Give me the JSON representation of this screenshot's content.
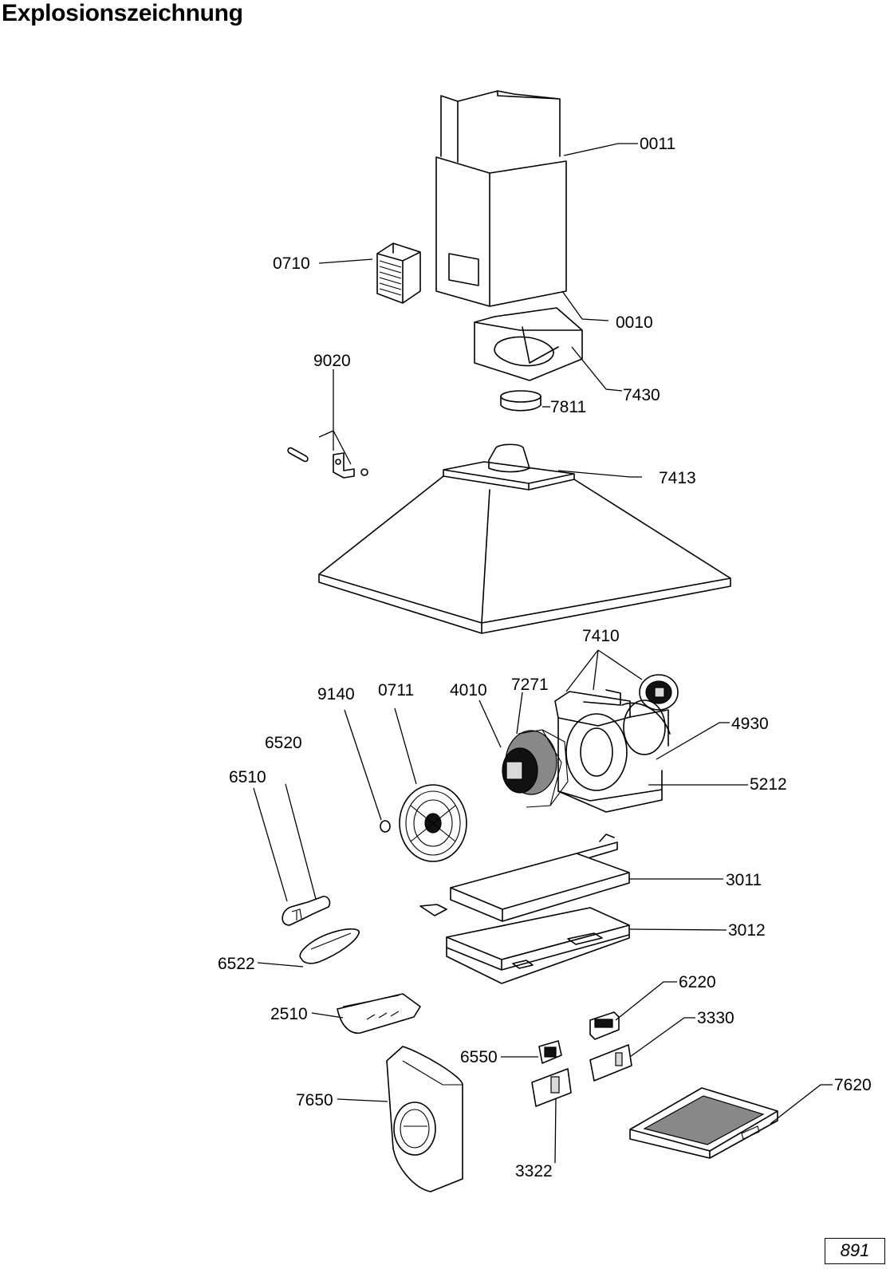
{
  "title": "Explosionszeichnung",
  "page_number": "891",
  "parts": [
    {
      "id": "0011"
    },
    {
      "id": "0710"
    },
    {
      "id": "0010"
    },
    {
      "id": "9020"
    },
    {
      "id": "7430"
    },
    {
      "id": "7811"
    },
    {
      "id": "7413"
    },
    {
      "id": "7410"
    },
    {
      "id": "9140"
    },
    {
      "id": "0711"
    },
    {
      "id": "4010"
    },
    {
      "id": "7271"
    },
    {
      "id": "4930"
    },
    {
      "id": "6520"
    },
    {
      "id": "6510"
    },
    {
      "id": "5212"
    },
    {
      "id": "3011"
    },
    {
      "id": "3012"
    },
    {
      "id": "6522"
    },
    {
      "id": "6220"
    },
    {
      "id": "2510"
    },
    {
      "id": "3330"
    },
    {
      "id": "6550"
    },
    {
      "id": "7620"
    },
    {
      "id": "7650"
    },
    {
      "id": "3322"
    }
  ]
}
